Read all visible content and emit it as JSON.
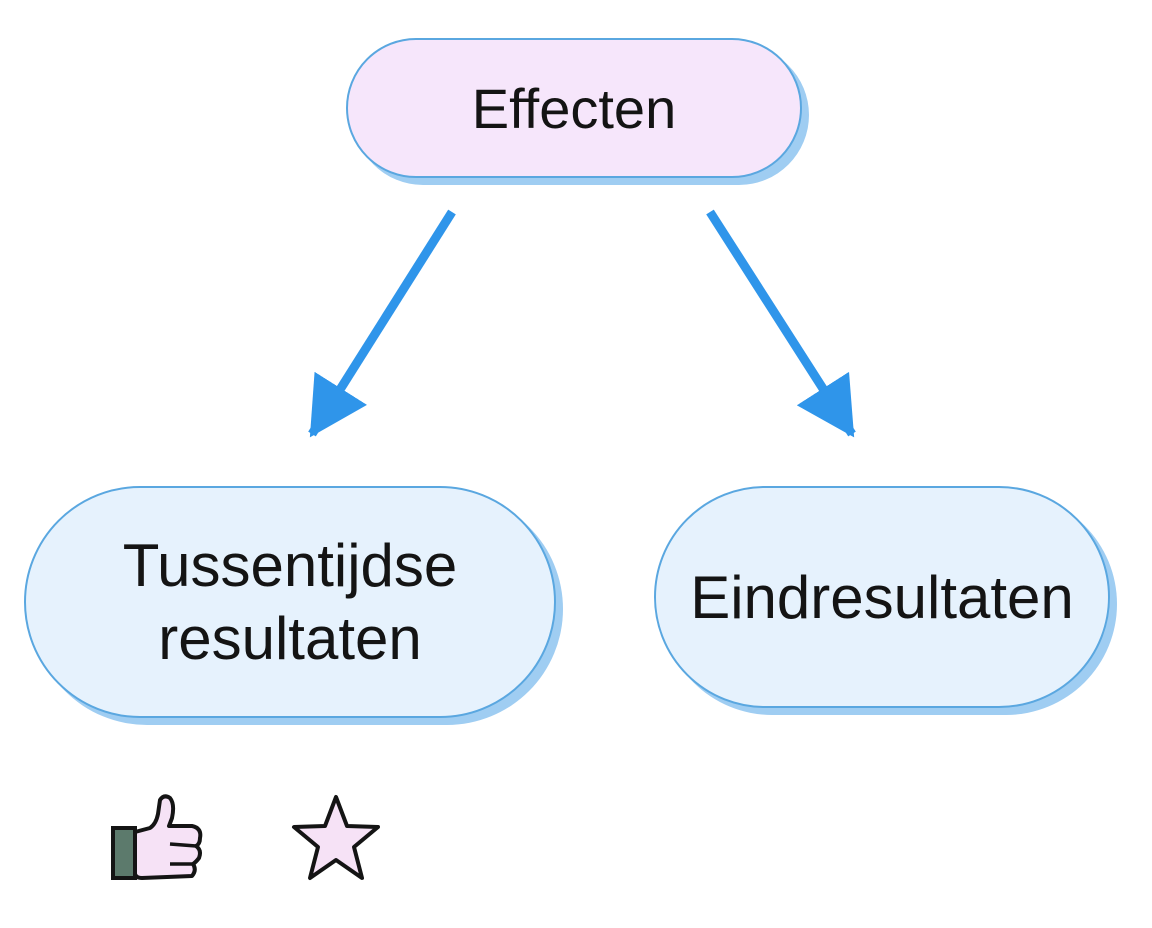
{
  "diagram": {
    "nodes": {
      "root": {
        "label": "Effecten"
      },
      "left": {
        "line1": "Tussentijdse",
        "line2": "resultaten"
      },
      "right": {
        "label": "Eindresultaten"
      }
    },
    "edges": [
      {
        "from": "root",
        "to": "left"
      },
      {
        "from": "root",
        "to": "right"
      }
    ],
    "colors": {
      "edge": "#2f95ea",
      "node_border": "#5aa7e0",
      "node_shadow": "#9fcdf2",
      "root_fill": "#f6e6fb",
      "child_fill": "#e6f2fd",
      "icon_fill": "#f6e2f6",
      "icon_stroke": "#141414",
      "cuff_fill": "#5c7a6c"
    },
    "icons": [
      "thumbs-up-icon",
      "star-icon"
    ]
  }
}
